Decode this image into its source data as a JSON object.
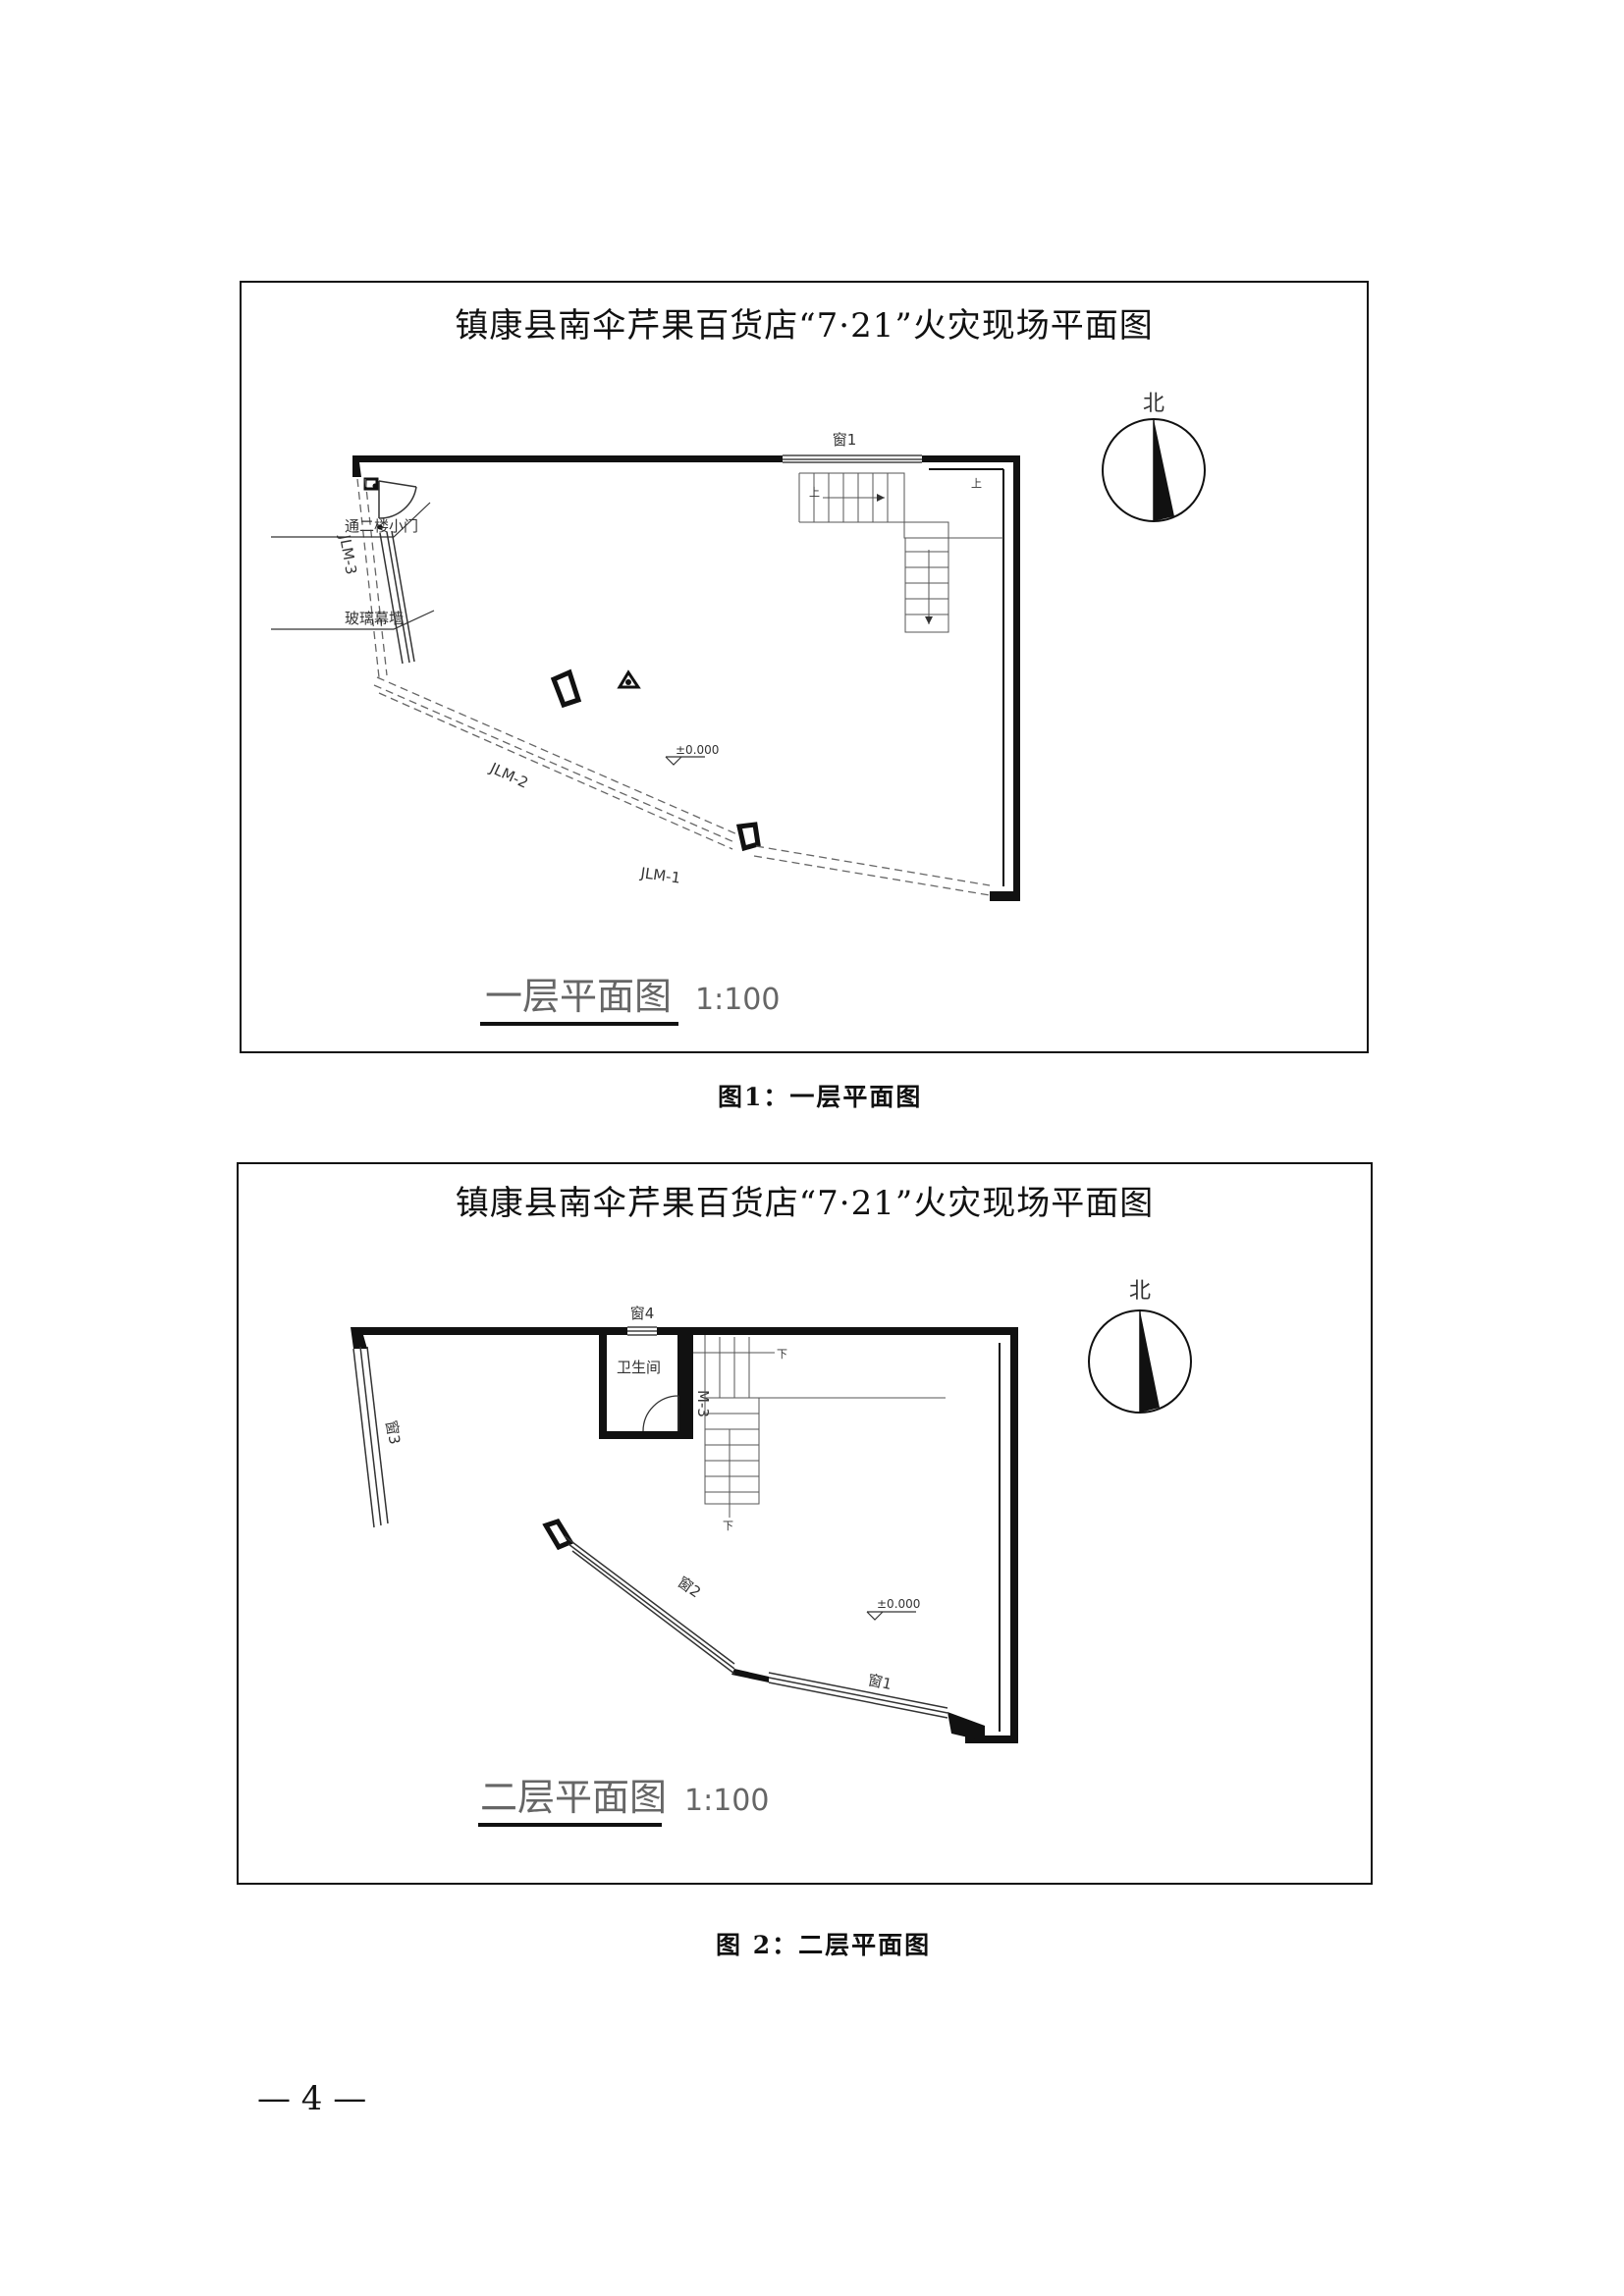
{
  "plans": [
    {
      "title": "镇康县南伞芹果百货店“7·21”火灾现场平面图",
      "north": "北",
      "labels": {
        "window1": "窗1",
        "small_door": "通二楼小门",
        "glass_wall": "玻璃幕墙",
        "jlm3": "JLM-3",
        "jlm2": "JLM-2",
        "jlm1": "JLM-1",
        "elevation": "±0.000",
        "stair_up": "上",
        "stair_up2": "上"
      },
      "plan_name": "一层平面图",
      "scale": "1:100"
    },
    {
      "title": "镇康县南伞芹果百货店“7·21”火灾现场平面图",
      "north": "北",
      "labels": {
        "window4": "窗4",
        "toilet": "卫生间",
        "m3": "M-3",
        "window3": "窗3",
        "window2": "窗2",
        "window1": "窗1",
        "elevation": "±0.000",
        "stair_down": "下",
        "stair_down2": "下"
      },
      "plan_name": "二层平面图",
      "scale": "1:100"
    }
  ],
  "captions": {
    "fig1": "图1：一层平面图",
    "fig2": "图 2：二层平面图"
  },
  "page_number": "— 4 —"
}
